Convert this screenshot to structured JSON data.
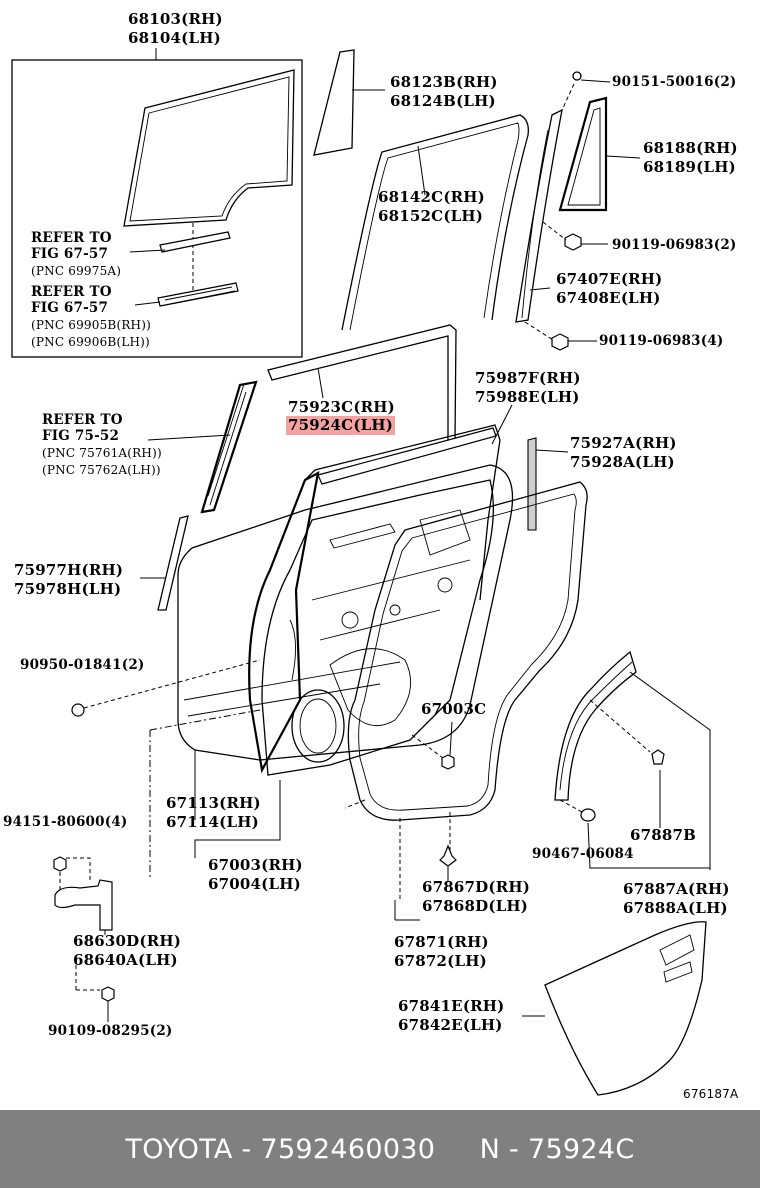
{
  "diagram": {
    "labels": [
      {
        "id": "l1",
        "text": "68103(RH)"
      },
      {
        "id": "l2",
        "text": "68104(LH)"
      },
      {
        "id": "l3",
        "text": "68123B(RH)"
      },
      {
        "id": "l4",
        "text": "68124B(LH)"
      },
      {
        "id": "l5",
        "text": "90151-50016(2)"
      },
      {
        "id": "l6",
        "text": "68188(RH)"
      },
      {
        "id": "l7",
        "text": "68189(LH)"
      },
      {
        "id": "l8",
        "text": "68142C(RH)"
      },
      {
        "id": "l9",
        "text": "68152C(LH)"
      },
      {
        "id": "l10",
        "text": "90119-06983(2)"
      },
      {
        "id": "l11",
        "text": "REFER TO"
      },
      {
        "id": "l12",
        "text": "FIG 67-57"
      },
      {
        "id": "l13",
        "text": "(PNC 69975A)"
      },
      {
        "id": "l14",
        "text": "67407E(RH)"
      },
      {
        "id": "l15",
        "text": "67408E(LH)"
      },
      {
        "id": "l16",
        "text": "REFER TO"
      },
      {
        "id": "l17",
        "text": "FIG 67-57"
      },
      {
        "id": "l18",
        "text": "(PNC 69905B(RH))"
      },
      {
        "id": "l19",
        "text": "(PNC 69906B(LH))"
      },
      {
        "id": "l20",
        "text": "90119-06983(4)"
      },
      {
        "id": "l21",
        "text": "75987F(RH)"
      },
      {
        "id": "l22",
        "text": "75988E(LH)"
      },
      {
        "id": "l23",
        "text": "75923C(RH)"
      },
      {
        "id": "l24",
        "text": "75924C(LH)"
      },
      {
        "id": "l25",
        "text": "REFER TO"
      },
      {
        "id": "l26",
        "text": "FIG 75-52"
      },
      {
        "id": "l27",
        "text": "(PNC 75761A(RH))"
      },
      {
        "id": "l28",
        "text": "(PNC 75762A(LH))"
      },
      {
        "id": "l29",
        "text": "75927A(RH)"
      },
      {
        "id": "l30",
        "text": "75928A(LH)"
      },
      {
        "id": "l31",
        "text": "75977H(RH)"
      },
      {
        "id": "l32",
        "text": "75978H(LH)"
      },
      {
        "id": "l33",
        "text": "90950-01841(2)"
      },
      {
        "id": "l34",
        "text": "67003C"
      },
      {
        "id": "l35",
        "text": "94151-80600(4)"
      },
      {
        "id": "l36",
        "text": "67113(RH)"
      },
      {
        "id": "l37",
        "text": "67114(LH)"
      },
      {
        "id": "l38",
        "text": "67887B"
      },
      {
        "id": "l39",
        "text": "90467-06084"
      },
      {
        "id": "l40",
        "text": "67003(RH)"
      },
      {
        "id": "l41",
        "text": "67004(LH)"
      },
      {
        "id": "l42",
        "text": "67867D(RH)"
      },
      {
        "id": "l43",
        "text": "67868D(LH)"
      },
      {
        "id": "l44",
        "text": "67887A(RH)"
      },
      {
        "id": "l45",
        "text": "67888A(LH)"
      },
      {
        "id": "l46",
        "text": "68630D(RH)"
      },
      {
        "id": "l47",
        "text": "68640A(LH)"
      },
      {
        "id": "l48",
        "text": "67871(RH)"
      },
      {
        "id": "l49",
        "text": "67872(LH)"
      },
      {
        "id": "l50",
        "text": "67841E(RH)"
      },
      {
        "id": "l51",
        "text": "67842E(LH)"
      },
      {
        "id": "l52",
        "text": "90109-08295(2)"
      },
      {
        "id": "l53",
        "text": "676187A"
      }
    ],
    "highlight_color": "#f4a3a3"
  },
  "footer": {
    "text": "TOYOTA - 7592460030     N - 75924C",
    "background": "#808080",
    "color": "#ffffff"
  }
}
